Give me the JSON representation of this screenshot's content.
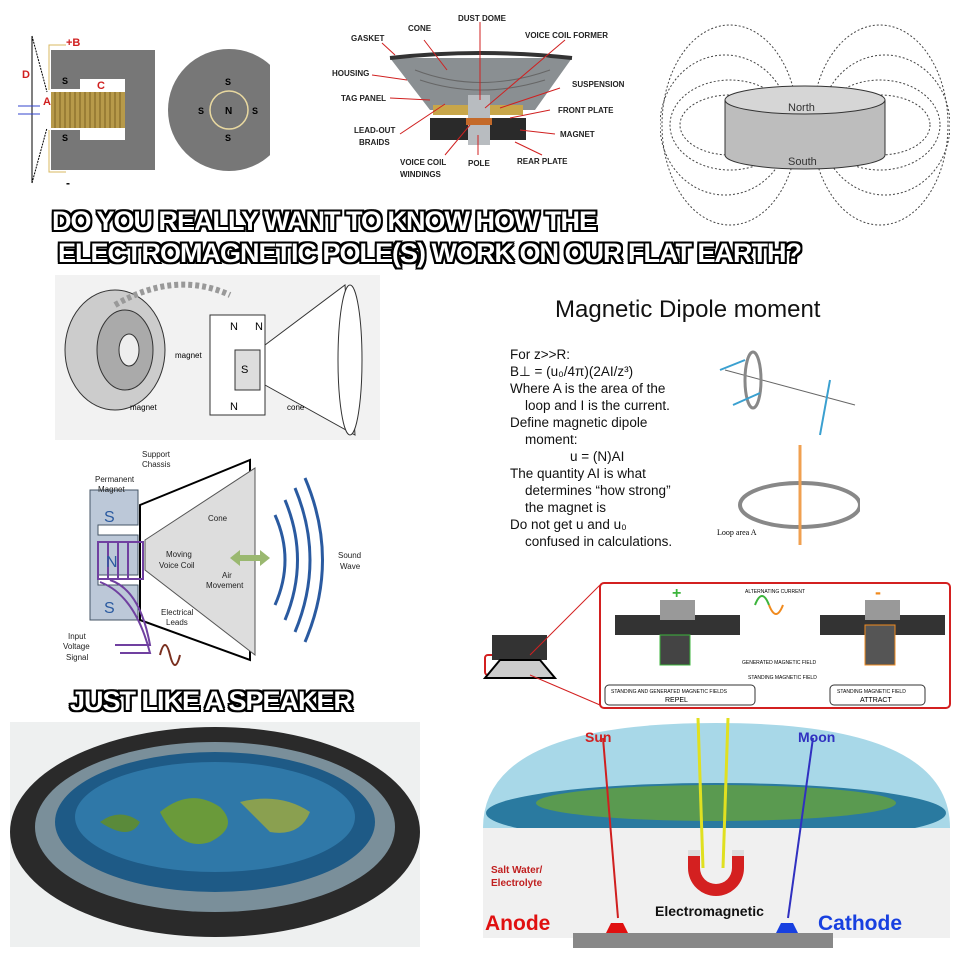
{
  "captions": {
    "headline_line1": "DO YOU REALLY WANT TO KNOW HOW THE",
    "headline_line2": "ELECTROMAGNETIC POLE(S) WORK ON OUR FLAT EARTH?",
    "speaker_caption": "JUST LIKE A SPEAKER"
  },
  "magnet_diagram": {
    "labels": {
      "b": "+B",
      "d": "D",
      "a": "A",
      "c": "C",
      "minus": "-",
      "s": "S",
      "n": "N"
    }
  },
  "speaker_cutaway": {
    "labels": [
      "DUST DOME",
      "CONE",
      "GASKET",
      "VOICE COIL FORMER",
      "HOUSING",
      "SUSPENSION",
      "TAG PANEL",
      "FRONT PLATE",
      "LEAD-OUT",
      "BRAIDS",
      "MAGNET",
      "VOICE COIL",
      "WINDINGS",
      "POLE",
      "REAR PLATE"
    ]
  },
  "bar_magnet": {
    "north": "North",
    "south": "South"
  },
  "sketch": {
    "magnet_label": "magnet",
    "magnet_label2": "magnet",
    "cone_label": "cone",
    "n": "N",
    "s": "S"
  },
  "dipole_slide": {
    "title": "Magnetic Dipole moment",
    "lines": [
      "For z>>R:",
      "B⊥ = (u₀/4π)(2AI/z³)",
      "Where A is the area of the",
      "loop and I is the current.",
      "Define magnetic dipole",
      "moment:",
      "u = (N)AI",
      "The quantity AI is what",
      "determines “how strong”",
      "the magnet is",
      "Do not get u and u₀",
      "confused in calculations."
    ],
    "loop_label": "Loop area A"
  },
  "speaker_diagram": {
    "labels": {
      "support": "Support",
      "chassis": "Chassis",
      "permanent": "Permanent",
      "magnet": "Magnet",
      "cone": "Cone",
      "moving": "Moving",
      "voice_coil": "Voice Coil",
      "air": "Air",
      "movement": "Movement",
      "sound": "Sound",
      "wave": "Wave",
      "electrical": "Electrical",
      "leads": "Leads",
      "input": "Input",
      "voltage": "Voltage",
      "signal": "Signal",
      "s": "S",
      "n": "N"
    }
  },
  "ac_diagram": {
    "plus": "+",
    "minus": "-",
    "alternating_current": "ALTERNATING CURRENT",
    "generated_field": "GENERATED MAGNETIC FIELD",
    "standing_field": "STANDING MAGNETIC FIELD",
    "left_box_line1": "STANDING AND GENERATED MAGNETIC FIELDS",
    "left_box_line2": "REPEL",
    "right_box_line1": "STANDING MAGNETIC FIELD",
    "right_box_line2": "ATTRACT",
    "colors": {
      "frame": "#d32020",
      "green": "#3cb43c",
      "orange": "#f08a1e"
    }
  },
  "dome_image": {
    "sun": "Sun",
    "moon": "Moon",
    "salt_water_line1": "Salt Water/",
    "salt_water_line2": "Electrolyte",
    "anode": "Anode",
    "electromagnetic": "Electromagnetic",
    "cathode": "Cathode",
    "colors": {
      "anode": "#e01010",
      "cathode": "#1840e0"
    }
  }
}
